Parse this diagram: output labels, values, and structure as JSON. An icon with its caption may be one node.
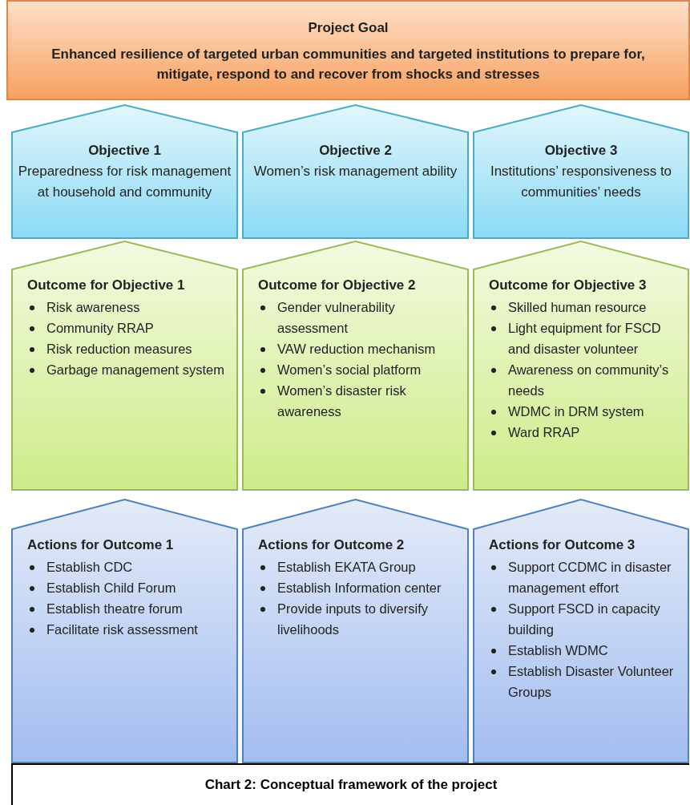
{
  "diagram": {
    "caption": "Chart 2: Conceptual framework of the project",
    "nodes": [
      {
        "text": [
          "Project Goal",
          "Enhanced resilience of targeted urban communities and targeted institutions to prepare for, mitigate, respond to and recover from shocks and stresses"
        ]
      },
      {
        "text": [
          "Objective 1",
          "Preparedness for risk management at household and community"
        ]
      },
      {
        "text": [
          "Objective 2",
          "Women’s risk management ability"
        ]
      },
      {
        "text": [
          "Objective 3",
          "Institutions’ responsiveness to communities’ needs"
        ]
      },
      {
        "text": [
          "Outcome for Objective 1",
          "Risk awareness",
          "Community RRAP",
          "Risk reduction measures",
          "Garbage management system"
        ]
      },
      {
        "text": [
          "Outcome for Objective 2",
          "Gender vulnerability assessment",
          "VAW reduction mechanism",
          "Women’s social platform",
          "Women’s disaster risk awareness"
        ]
      },
      {
        "text": [
          "Outcome for Objective 3",
          "Skilled human resource",
          "Light equipment for FSCD and disaster volunteer",
          "Awareness on community’s needs",
          "WDMC in DRM system",
          "Ward RRAP"
        ]
      },
      {
        "text": [
          "Actions for Outcome 1",
          "Establish CDC",
          "Establish Child Forum",
          "Establish theatre forum",
          "Facilitate risk assessment"
        ]
      },
      {
        "text": [
          "Actions for Outcome 2",
          "Establish EKATA Group",
          "Establish Information center",
          "Provide inputs to diversify livelihoods"
        ]
      },
      {
        "text": [
          "Actions for Outcome 3",
          "Support CCDMC in disaster management effort",
          "Support FSCD in capacity building",
          "Establish WDMC",
          "Establish Disaster Volunteer Groups"
        ]
      }
    ]
  }
}
